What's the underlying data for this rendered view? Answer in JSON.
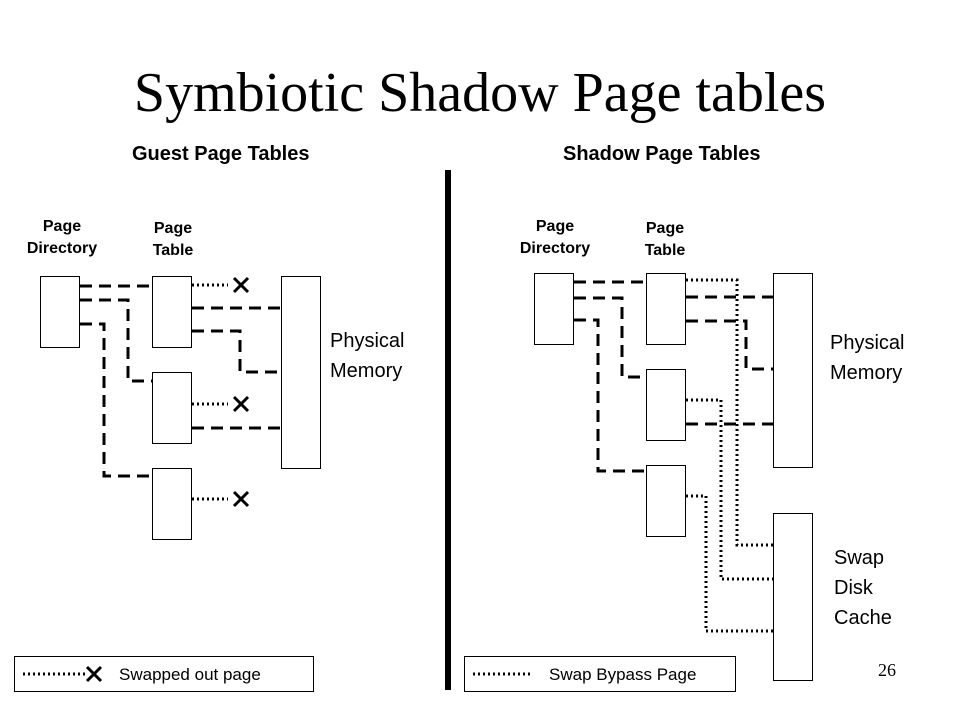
{
  "title": "Symbiotic Shadow Page tables",
  "guest": {
    "heading": "Guest Page Tables",
    "page_directory": [
      "Page",
      "Directory"
    ],
    "page_table": [
      "Page",
      "Table"
    ],
    "physical_memory": [
      "Physical",
      "Memory"
    ]
  },
  "shadow": {
    "heading": "Shadow Page Tables",
    "page_directory": [
      "Page",
      "Directory"
    ],
    "page_table": [
      "Page",
      "Table"
    ],
    "physical_memory": [
      "Physical",
      "Memory"
    ],
    "swap_cache": [
      "Swap",
      "Disk",
      "Cache"
    ]
  },
  "legend": {
    "swapped_out": "Swapped out page",
    "swap_bypass": "Swap Bypass Page"
  },
  "page_number": "26",
  "colors": {
    "line": "#000000",
    "background": "#ffffff"
  }
}
